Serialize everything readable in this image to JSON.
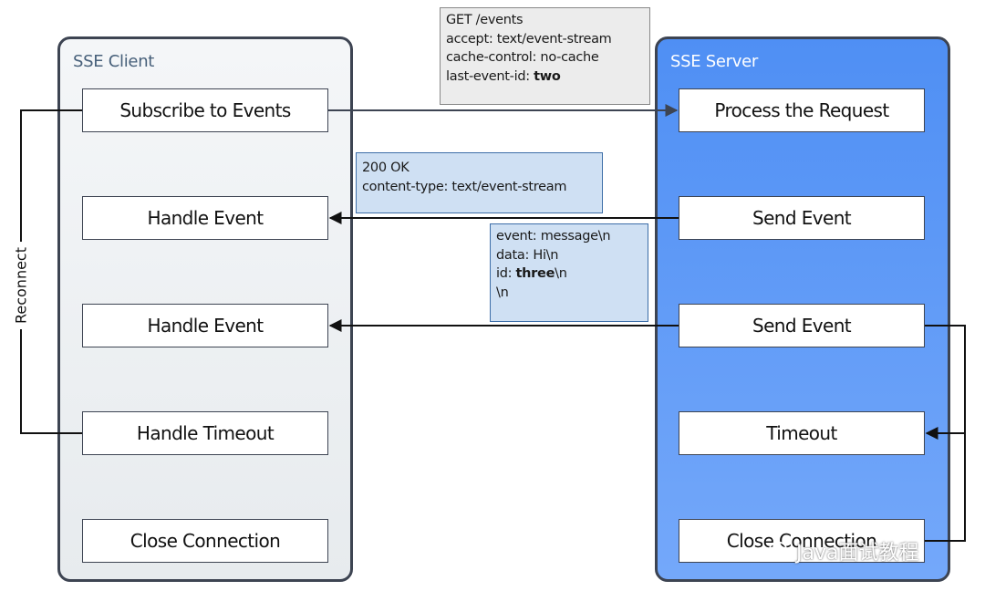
{
  "client": {
    "title": "SSE Client",
    "steps": [
      "Subscribe to Events",
      "Handle Event",
      "Handle Event",
      "Handle Timeout",
      "Close Connection"
    ]
  },
  "server": {
    "title": "SSE Server",
    "steps": [
      "Process the Request",
      "Send Event",
      "Send Event",
      "Timeout",
      "Close Connection"
    ]
  },
  "notes": {
    "request": {
      "line1": "GET /events",
      "line2": "accept: text/event-stream",
      "line3": "cache-control: no-cache",
      "line4_key": "last-event-id: ",
      "line4_value": "two"
    },
    "response": {
      "line1": "200 OK",
      "line2": "content-type: text/event-stream"
    },
    "event": {
      "line1": "event: message\\n",
      "line2": "data: Hi\\n",
      "line3_key": "id: ",
      "line3_value": "three",
      "line3_suffix": "\\n",
      "line4": "\\n"
    }
  },
  "reconnect_label": "Reconnect",
  "watermark": "Java面试教程",
  "colors": {
    "server_lane": "#4f8ff4",
    "client_lane": "#eef1f3",
    "note_blue": "#cfe0f3",
    "note_grey": "#ececec",
    "arrow": "#111111",
    "request_arrow": "#3d4452"
  }
}
